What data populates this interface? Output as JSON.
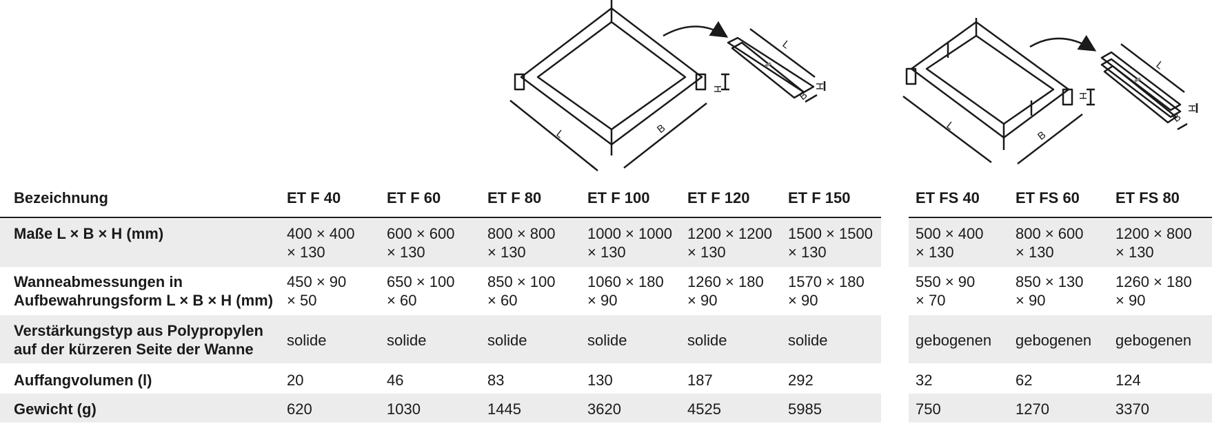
{
  "diagram": {
    "dim_L": "L",
    "dim_B": "B",
    "dim_H": "H"
  },
  "table": {
    "header": {
      "label": "Bezeichnung",
      "models": [
        "ET F 40",
        "ET F 60",
        "ET F 80",
        "ET F 100",
        "ET F 120",
        "ET F 150",
        "ET FS 40",
        "ET FS 60",
        "ET FS 80"
      ]
    },
    "rows": [
      {
        "label": [
          "Maße L × B × H (mm)",
          ""
        ],
        "values": [
          [
            "400 × 400",
            "× 130"
          ],
          [
            "600 × 600",
            "× 130"
          ],
          [
            "800 × 800",
            "× 130"
          ],
          [
            "1000 × 1000",
            "× 130"
          ],
          [
            "1200 × 1200",
            "× 130"
          ],
          [
            "1500 × 1500",
            "× 130"
          ],
          [
            "500 × 400",
            "× 130"
          ],
          [
            "800 × 600",
            "× 130"
          ],
          [
            "1200 × 800",
            "× 130"
          ]
        ]
      },
      {
        "label": [
          "Wanneabmessungen in",
          "Aufbewahrungsform L × B × H (mm)"
        ],
        "values": [
          [
            "450 × 90",
            "× 50"
          ],
          [
            "650 × 100",
            "× 60"
          ],
          [
            "850 × 100",
            "× 60"
          ],
          [
            "1060 × 180",
            "× 90"
          ],
          [
            "1260 × 180",
            "× 90"
          ],
          [
            "1570 × 180",
            "× 90"
          ],
          [
            "550 × 90",
            " × 70"
          ],
          [
            "850 × 130",
            "× 90"
          ],
          [
            "1260 × 180",
            "× 90"
          ]
        ]
      },
      {
        "label": [
          "Verstärkungstyp aus Polypropylen",
          "auf der kürzeren Seite der Wanne"
        ],
        "values": [
          [
            "solide"
          ],
          [
            "solide"
          ],
          [
            "solide"
          ],
          [
            "solide"
          ],
          [
            "solide"
          ],
          [
            "solide"
          ],
          [
            "gebogenen"
          ],
          [
            "gebogenen"
          ],
          [
            "gebogenen"
          ]
        ]
      },
      {
        "label": [
          "Auffangvolumen (l)"
        ],
        "values": [
          [
            "20"
          ],
          [
            "46"
          ],
          [
            "83"
          ],
          [
            "130"
          ],
          [
            "187"
          ],
          [
            "292"
          ],
          [
            "32"
          ],
          [
            "62"
          ],
          [
            "124"
          ]
        ]
      },
      {
        "label": [
          "Gewicht (g)"
        ],
        "values": [
          [
            "620"
          ],
          [
            "1030"
          ],
          [
            "1445"
          ],
          [
            "3620"
          ],
          [
            "4525"
          ],
          [
            "5985"
          ],
          [
            "750"
          ],
          [
            "1270"
          ],
          [
            "3370"
          ]
        ]
      }
    ]
  }
}
